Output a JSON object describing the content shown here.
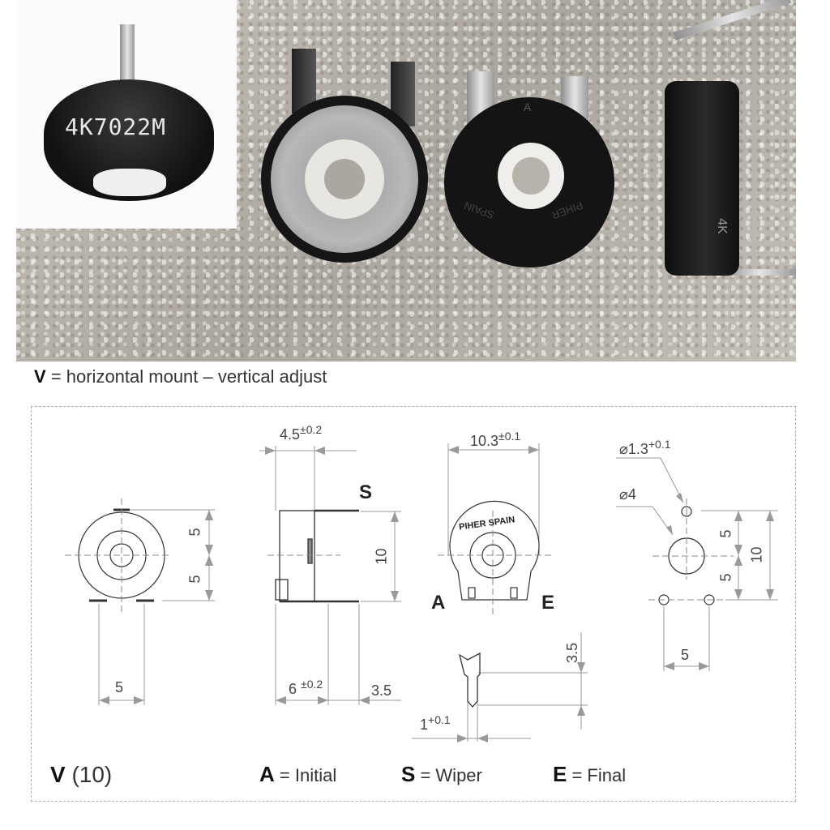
{
  "photo": {
    "inset_marking": "4K7022M",
    "back_view_marking_top": "A",
    "back_view_marking_left": "SPAIN",
    "back_view_marking_right": "PIHER",
    "side_view_marking": "4K"
  },
  "caption": {
    "code": "V",
    "text": " = horizontal mount – vertical adjust"
  },
  "drawing": {
    "front_view": {
      "dim_upper": "5",
      "dim_lower": "5",
      "dim_pin_spacing": "5"
    },
    "side_view": {
      "dim_depth": "4.5",
      "dim_depth_tol": "±0.2",
      "dim_height": "10",
      "dim_lead": "6",
      "dim_lead_tol": "±0.2",
      "dim_pin": "3.5",
      "label_wiper": "S"
    },
    "back_view": {
      "dim_width": "10.3",
      "dim_width_tol": "±0.1",
      "brand_text": "PIHER SPAIN",
      "label_initial": "A",
      "label_final": "E"
    },
    "pin_detail": {
      "dim_length": "3.5",
      "dim_width": "1",
      "dim_width_tol": "+0.1"
    },
    "pcb_layout": {
      "hole_small": "⌀1.3",
      "hole_small_tol": "+0.1",
      "hole_large": "⌀4",
      "dim_upper": "5",
      "dim_lower": "5",
      "dim_total": "10",
      "dim_pin_spacing": "5"
    }
  },
  "legend": {
    "model_code": "V",
    "model_size": " (10)",
    "a_key": "A",
    "a_text": " = Initial",
    "s_key": "S",
    "s_text": " = Wiper",
    "e_key": "E",
    "e_text": " = Final"
  }
}
